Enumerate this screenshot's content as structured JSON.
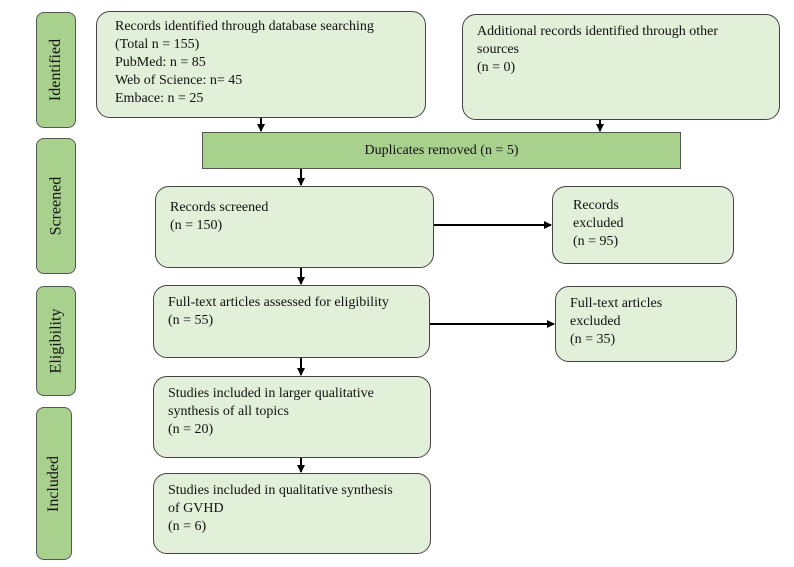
{
  "stages": {
    "identified": "Identified",
    "screened": "Screened",
    "eligibility": "Eligibility",
    "included": "Included"
  },
  "boxes": {
    "database_search": [
      "Records identified through database searching",
      "(Total n = 155)",
      "PubMed: n = 85",
      "Web of Science: n= 45",
      "Embace: n = 25"
    ],
    "other_sources": [
      "Additional records identified through other",
      "sources",
      "(n = 0)"
    ],
    "duplicates": "Duplicates removed (n = 5)",
    "records_screened": [
      "Records screened",
      "(n = 150)"
    ],
    "records_excluded": [
      "Records",
      "excluded",
      "(n = 95)"
    ],
    "fulltext_assessed": [
      "Full-text articles assessed for eligibility",
      "(n = 55)"
    ],
    "fulltext_excluded": [
      "Full-text articles",
      "excluded",
      "(n = 35)"
    ],
    "qualitative_all": [
      "Studies included in larger qualitative",
      "synthesis of all topics",
      "(n = 20)"
    ],
    "qualitative_gvhd": [
      "Studies included in qualitative synthesis",
      "of GVHD",
      "(n = 6)"
    ]
  },
  "colors": {
    "stage_fill": "#a9d18e",
    "box_fill": "#e2efd9",
    "arrow": "#000000"
  }
}
